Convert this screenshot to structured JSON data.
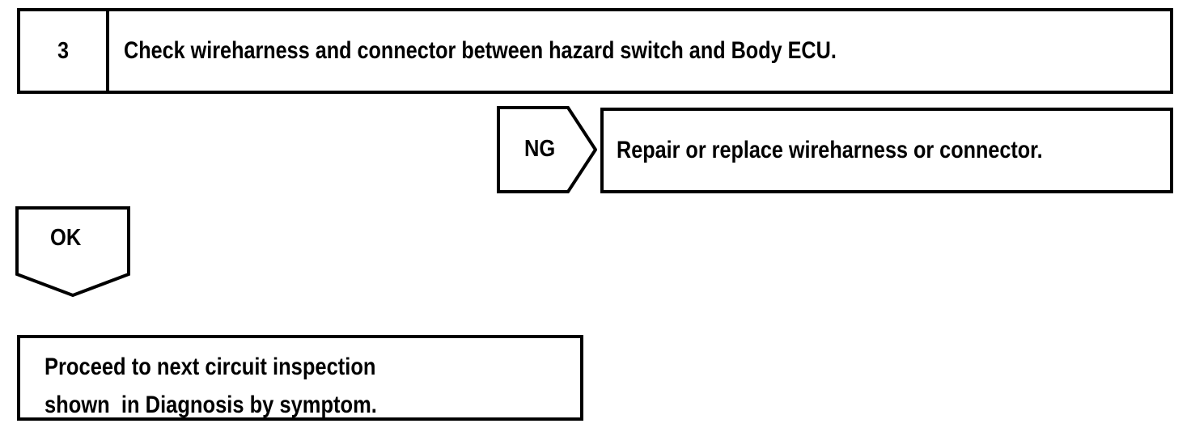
{
  "document": {
    "kind": "troubleshooting-flowchart",
    "colors": {
      "ink": "#000000",
      "paper": "#ffffff"
    }
  },
  "step": {
    "number": "3",
    "instruction": "Check wireharness and connector between hazard switch and Body ECU."
  },
  "branches": {
    "ng": {
      "label": "NG",
      "shape": "right-pointing-pentagon",
      "result": "Repair or replace wireharness or connector."
    },
    "ok": {
      "label": "OK",
      "shape": "down-pointing-pentagon"
    }
  },
  "next_action": {
    "line1": "Proceed to next circuit inspection",
    "line2": "shown  in Diagnosis by symptom."
  }
}
